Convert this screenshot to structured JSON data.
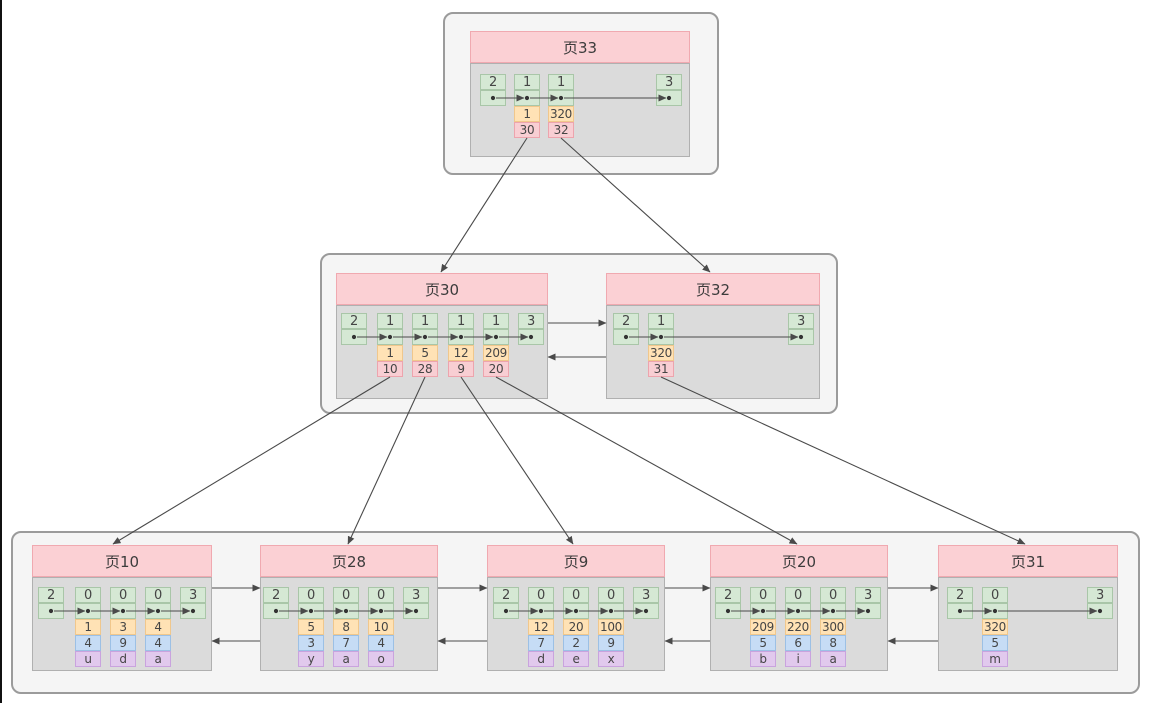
{
  "diagram_type": "bplus-tree-index",
  "colors": {
    "canvas_bg": "#ffffff",
    "canvas_left_border": "#111111",
    "container_fill": "#f5f5f5",
    "container_border": "#9b9b9b",
    "header_fill": "#fbd0d4",
    "header_border": "#f0a9b0",
    "body_fill": "#dbdbdb",
    "body_border": "#b0b0b0",
    "type_fill": "#d5e8d4",
    "type_border": "#a9c6a8",
    "key_fill": "#ffe2b5",
    "key_border": "#f0c78c",
    "child_page_fill": "#f8ced3",
    "child_page_border": "#eda4ad",
    "col2_fill": "#c6dcf5",
    "col2_border": "#9cc0e5",
    "col3_fill": "#e1c9ed",
    "col3_border": "#c9a3de",
    "arrow": "#4a4a4a",
    "dot": "#333333",
    "text": "#454545",
    "header_text": "#3c3c3c"
  },
  "nodes": [
    {
      "name": "页33",
      "page_no": "33",
      "level": "root-internal",
      "records": [
        {
          "type": "2"
        },
        {
          "type": "1",
          "key": "1",
          "child_page": "30"
        },
        {
          "type": "1",
          "key": "320",
          "child_page": "32"
        },
        {
          "type": "3"
        }
      ]
    },
    {
      "name": "页30",
      "page_no": "30",
      "level": "internal",
      "records": [
        {
          "type": "2"
        },
        {
          "type": "1",
          "key": "1",
          "child_page": "10"
        },
        {
          "type": "1",
          "key": "5",
          "child_page": "28"
        },
        {
          "type": "1",
          "key": "12",
          "child_page": "9"
        },
        {
          "type": "1",
          "key": "209",
          "child_page": "20"
        },
        {
          "type": "3"
        }
      ]
    },
    {
      "name": "页32",
      "page_no": "32",
      "level": "internal",
      "records": [
        {
          "type": "2"
        },
        {
          "type": "1",
          "key": "320",
          "child_page": "31"
        },
        {
          "type": "3"
        }
      ]
    },
    {
      "name": "页10",
      "page_no": "10",
      "level": "leaf",
      "records": [
        {
          "type": "2"
        },
        {
          "type": "0",
          "key": "1",
          "col2": "4",
          "col3": "u"
        },
        {
          "type": "0",
          "key": "3",
          "col2": "9",
          "col3": "d"
        },
        {
          "type": "0",
          "key": "4",
          "col2": "4",
          "col3": "a"
        },
        {
          "type": "3"
        }
      ]
    },
    {
      "name": "页28",
      "page_no": "28",
      "level": "leaf",
      "records": [
        {
          "type": "2"
        },
        {
          "type": "0",
          "key": "5",
          "col2": "3",
          "col3": "y"
        },
        {
          "type": "0",
          "key": "8",
          "col2": "7",
          "col3": "a"
        },
        {
          "type": "0",
          "key": "10",
          "col2": "4",
          "col3": "o"
        },
        {
          "type": "3"
        }
      ]
    },
    {
      "name": "页9",
      "page_no": "9",
      "level": "leaf",
      "records": [
        {
          "type": "2"
        },
        {
          "type": "0",
          "key": "12",
          "col2": "7",
          "col3": "d"
        },
        {
          "type": "0",
          "key": "20",
          "col2": "2",
          "col3": "e"
        },
        {
          "type": "0",
          "key": "100",
          "col2": "9",
          "col3": "x"
        },
        {
          "type": "3"
        }
      ]
    },
    {
      "name": "页20",
      "page_no": "20",
      "level": "leaf",
      "records": [
        {
          "type": "2"
        },
        {
          "type": "0",
          "key": "209",
          "col2": "5",
          "col3": "b"
        },
        {
          "type": "0",
          "key": "220",
          "col2": "6",
          "col3": "i"
        },
        {
          "type": "0",
          "key": "300",
          "col2": "8",
          "col3": "a"
        },
        {
          "type": "3"
        }
      ]
    },
    {
      "name": "页31",
      "page_no": "31",
      "level": "leaf",
      "records": [
        {
          "type": "2"
        },
        {
          "type": "0",
          "key": "320",
          "col2": "5",
          "col3": "m"
        },
        {
          "type": "3"
        }
      ]
    }
  ]
}
